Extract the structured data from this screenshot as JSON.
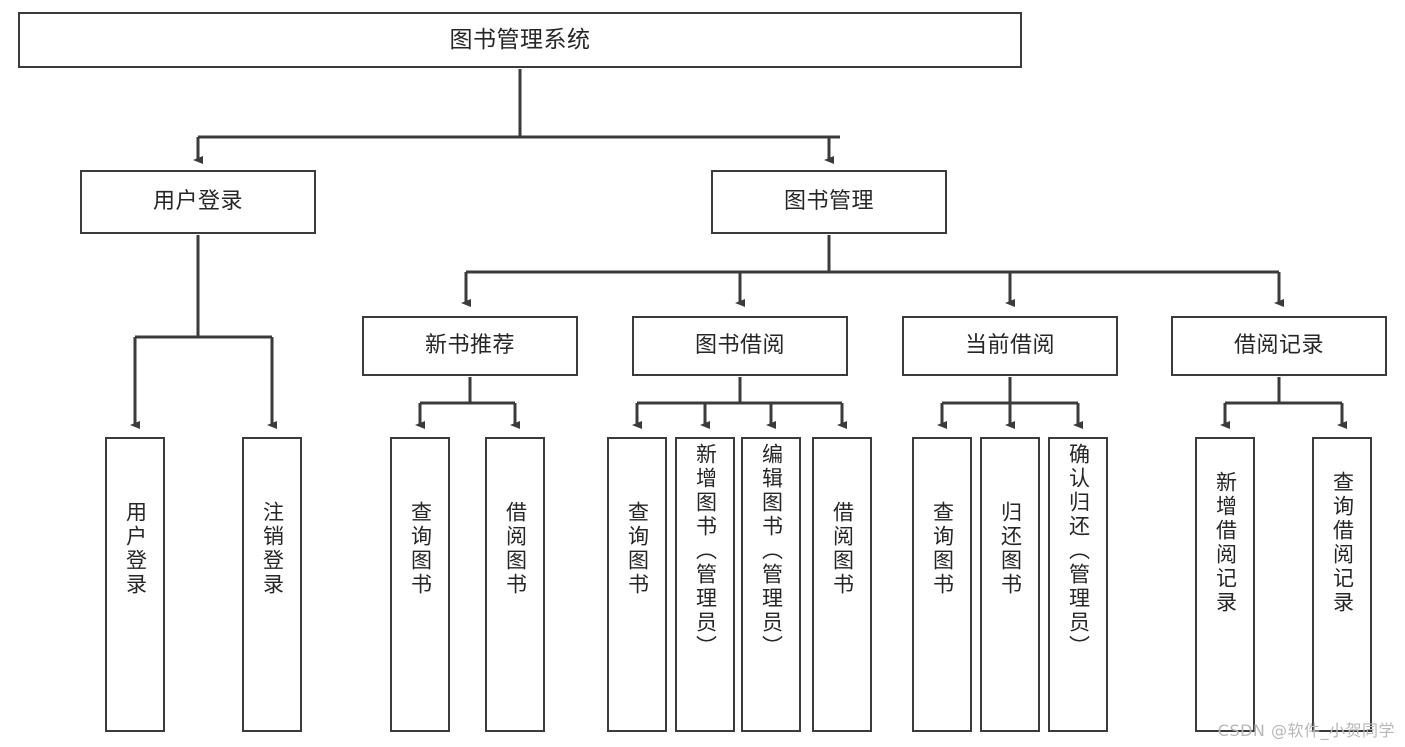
{
  "diagram": {
    "title": "图书管理系统",
    "type": "hierarchy-tree",
    "watermark": "CSDN @软件_小贺同学",
    "colors": {
      "box_border": "#3b3b3b",
      "box_fill": "#ffffff",
      "connector": "#3b3b3b",
      "text": "#262626",
      "watermark": "#b8b8b8",
      "background": "#ffffff"
    },
    "levels": {
      "level1": [
        "图书管理系统"
      ],
      "level2": [
        "用户登录",
        "图书管理"
      ],
      "level3": [
        "新书推荐",
        "图书借阅",
        "当前借阅",
        "借阅记录"
      ],
      "level4": [
        "用户登录",
        "注销登录",
        "查询图书",
        "借阅图书",
        "查询图书",
        "新增图书（管理员）",
        "编辑图书（管理员）",
        "借阅图书",
        "查询图书",
        "归还图书",
        "确认归还（管理员）",
        "新增借阅记录",
        "查询借阅记录"
      ]
    },
    "nodes": {
      "root": {
        "label": "图书管理系统"
      },
      "user_login": {
        "label": "用户登录"
      },
      "book_manage": {
        "label": "图书管理"
      },
      "new_book_rec": {
        "label": "新书推荐"
      },
      "book_borrow": {
        "label": "图书借阅"
      },
      "current_borrow": {
        "label": "当前借阅"
      },
      "borrow_record": {
        "label": "借阅记录"
      },
      "leaf_user_login": {
        "label": "用户登录"
      },
      "leaf_logout": {
        "label": "注销登录"
      },
      "leaf_query_book_1": {
        "label": "查询图书"
      },
      "leaf_borrow_book_1": {
        "label": "借阅图书"
      },
      "leaf_query_book_2": {
        "label": "查询图书"
      },
      "leaf_add_book": {
        "label": "新增图书（管理员）"
      },
      "leaf_edit_book": {
        "label": "编辑图书（管理员）"
      },
      "leaf_borrow_book_2": {
        "label": "借阅图书"
      },
      "leaf_query_book_3": {
        "label": "查询图书"
      },
      "leaf_return_book": {
        "label": "归还图书"
      },
      "leaf_confirm_return": {
        "label": "确认归还（管理员）"
      },
      "leaf_add_record": {
        "label": "新增借阅记录"
      },
      "leaf_query_record": {
        "label": "查询借阅记录"
      }
    }
  }
}
